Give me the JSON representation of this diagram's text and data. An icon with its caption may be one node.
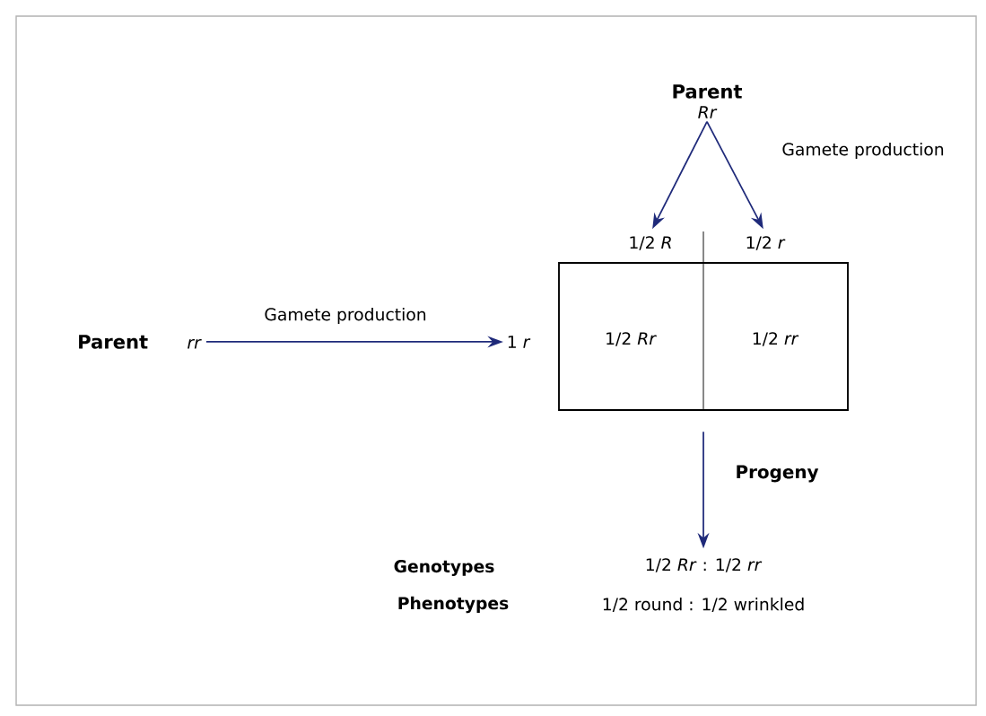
{
  "diagram": {
    "nodes": [
      {
        "text": [
          "Parent",
          "Rr"
        ]
      },
      {
        "text": [
          "1/2 *R*"
        ]
      },
      {
        "text": [
          "1/2 *r*"
        ]
      },
      {
        "text": [
          "Parent",
          "rr"
        ]
      },
      {
        "text": [
          "1 *r*"
        ]
      },
      {
        "text": [],
        "shape": "box"
      },
      {
        "text": [
          "1/2 *Rr*"
        ],
        "in": 5
      },
      {
        "text": [
          "1/2 *rr*"
        ],
        "in": 5
      },
      {
        "text": [
          "1/2 *Rr* : 1/2 *rr*"
        ]
      }
    ],
    "edges": [
      {
        "from": 0,
        "to": 1,
        "arrow": "to"
      },
      {
        "from": 0,
        "to": 2,
        "arrow": "to",
        "label": "Gamete production"
      },
      {
        "from": 3,
        "to": 4,
        "arrow": "to",
        "label": "Gamete production"
      },
      {
        "from": 5,
        "to": 8,
        "arrow": "to",
        "label": "Progeny"
      }
    ],
    "labels": [
      "Genotypes",
      "Phenotypes",
      "1/2 round : 1/2 wrinkled"
    ]
  }
}
